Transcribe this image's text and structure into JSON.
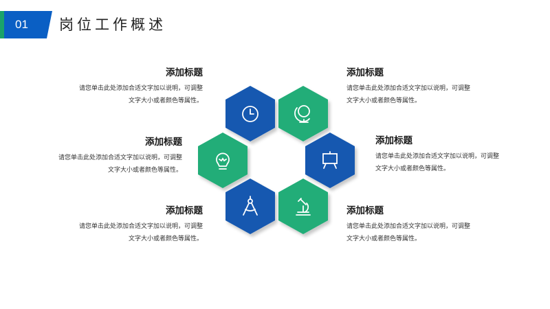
{
  "header": {
    "section_number": "01",
    "title": "岗位工作概述",
    "accent_color": "#0a5fc4",
    "accent_green": "#1aa36a"
  },
  "colors": {
    "blue": "#1358b0",
    "green": "#22ad78"
  },
  "hexagons": [
    {
      "id": "top-left",
      "color": "blue",
      "icon": "clock-icon"
    },
    {
      "id": "top-right",
      "color": "green",
      "icon": "globe-icon"
    },
    {
      "id": "mid-left",
      "color": "green",
      "icon": "lightbulb-icon"
    },
    {
      "id": "mid-right",
      "color": "blue",
      "icon": "presentation-board-icon"
    },
    {
      "id": "bottom-left",
      "color": "blue",
      "icon": "compass-icon"
    },
    {
      "id": "bottom-right",
      "color": "green",
      "icon": "microscope-icon"
    }
  ],
  "blocks": {
    "top_left": {
      "title": "添加标题",
      "line1": "请您单击此处添加合适文字加以说明，可调整",
      "line2": "文字大小或者颜色等属性。"
    },
    "mid_left": {
      "title": "添加标题",
      "line1": "请您单击此处添加合适文字加以说明，可调整",
      "line2": "文字大小或者颜色等属性。"
    },
    "bottom_left": {
      "title": "添加标题",
      "line1": "请您单击此处添加合适文字加以说明，可调整",
      "line2": "文字大小或者颜色等属性。"
    },
    "top_right": {
      "title": "添加标题",
      "line1": "请您单击此处添加合适文字加以说明，可调整",
      "line2": "文字大小或者颜色等属性。"
    },
    "mid_right": {
      "title": "添加标题",
      "line1": "请您单击此处添加合适文字加以说明，可调整",
      "line2": "文字大小或者颜色等属性。"
    },
    "bottom_right": {
      "title": "添加标题",
      "line1": "请您单击此处添加合适文字加以说明，可调整",
      "line2": "文字大小或者颜色等属性。"
    }
  }
}
